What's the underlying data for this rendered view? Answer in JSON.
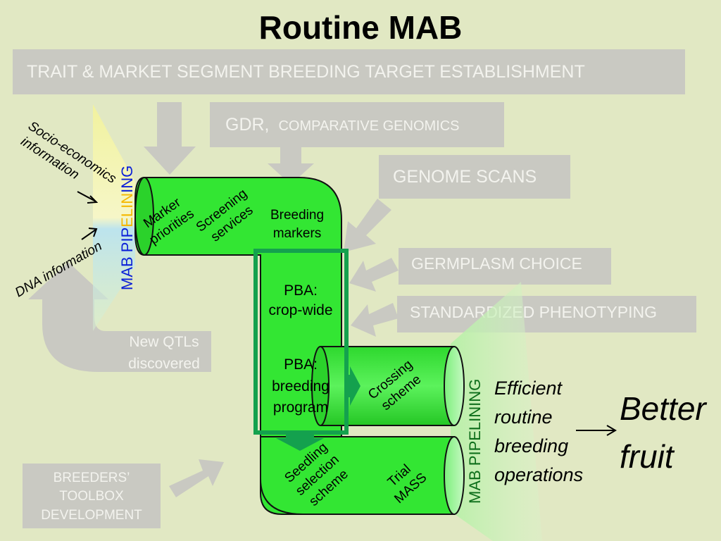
{
  "title": "Routine MAB",
  "banner": "TRAIT & MARKET SEGMENT BREEDING TARGET ESTABLISHMENT",
  "gdr": {
    "main": "GDR,",
    "sub": "COMPARATIVE GENOMICS"
  },
  "genome_scans": "GENOME SCANS",
  "germplasm_choice": "GERMPLASM CHOICE",
  "standardized_phenotyping": "STANDARDIZED PHENOTYPING",
  "new_qtls": {
    "line1": "New QTLs",
    "line2": "discovered"
  },
  "breeders_toolbox": {
    "line1": "BREEDERS’",
    "line2": "TOOLBOX",
    "line3": "DEVELOPMENT"
  },
  "socio_economics": {
    "line1": "Socio-economics",
    "line2": "information"
  },
  "dna_information": "DNA information",
  "mab_pipelining_left": {
    "blue1": "MAB PIP",
    "orange": "ELIN",
    "blue2": "ING"
  },
  "mab_pipelining_right": "MAB PIPELINING",
  "pipe": {
    "marker_priorities": {
      "line1": "Marker",
      "line2": "priorities"
    },
    "screening_services": {
      "line1": "Screening",
      "line2": "services"
    },
    "breeding_markers": {
      "line1": "Breeding",
      "line2": "markers"
    },
    "pba_crop_wide": {
      "line1": "PBA:",
      "line2": "crop-wide"
    },
    "pba_breeding_program": {
      "line1": "PBA:",
      "line2": "breeding",
      "line3": "program"
    },
    "crossing_scheme": {
      "line1": "Crossing",
      "line2": "scheme"
    },
    "seedling_selection": {
      "line1": "Seedling",
      "line2": "selection",
      "line3": "scheme"
    },
    "trial_mass": {
      "line1": "Trial",
      "line2": "MASS"
    }
  },
  "efficient": {
    "line1": "Efficient",
    "line2": "routine",
    "line3": "breeding",
    "line4": "operations"
  },
  "better_fruit": {
    "line1": "Better",
    "line2": "fruit"
  },
  "colors": {
    "background": "#e1e8c3",
    "pipe_green": "#33e633",
    "frame_green": "#14a14e",
    "grey_box": "#c9c9c2",
    "blue_text": "#0a1fd8",
    "orange_text": "#f5b800",
    "dark_green_text": "#0d6e1a"
  }
}
